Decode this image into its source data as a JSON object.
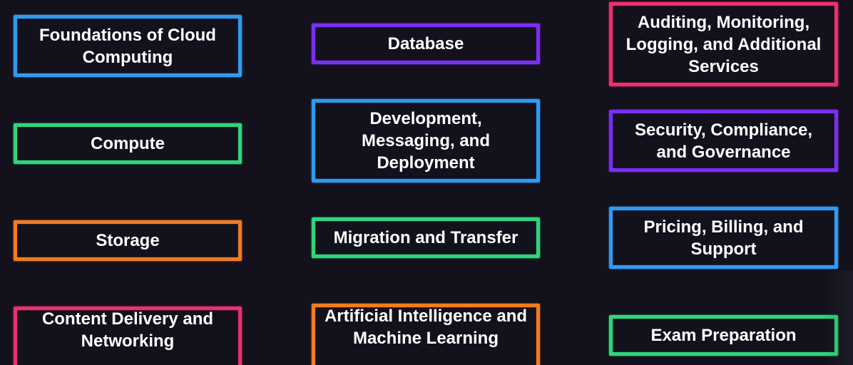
{
  "topics": {
    "foundations": {
      "label": "Foundations of Cloud Computing",
      "color": "#2f9bf0"
    },
    "compute": {
      "label": "Compute",
      "color": "#2fd57a"
    },
    "storage": {
      "label": "Storage",
      "color": "#f07c1f"
    },
    "content_delivery": {
      "label": "Content Delivery and Networking",
      "color": "#ee2f6d"
    },
    "database": {
      "label": "Database",
      "color": "#7b2ff2"
    },
    "development": {
      "label": "Development, Messaging, and Deployment",
      "color": "#2f9bf0"
    },
    "migration": {
      "label": "Migration and Transfer",
      "color": "#2fd57a"
    },
    "ai_ml": {
      "label": "Artificial Intelligence and Machine Learning",
      "color": "#f07c1f"
    },
    "auditing": {
      "label": "Auditing, Monitoring, Logging, and Additional Services",
      "color": "#ee2f6d"
    },
    "security": {
      "label": "Security, Compliance, and Governance",
      "color": "#7b2ff2"
    },
    "pricing": {
      "label": "Pricing, Billing, and Support",
      "color": "#2f9bf0"
    },
    "exam": {
      "label": "Exam Preparation",
      "color": "#2fd57a"
    }
  }
}
